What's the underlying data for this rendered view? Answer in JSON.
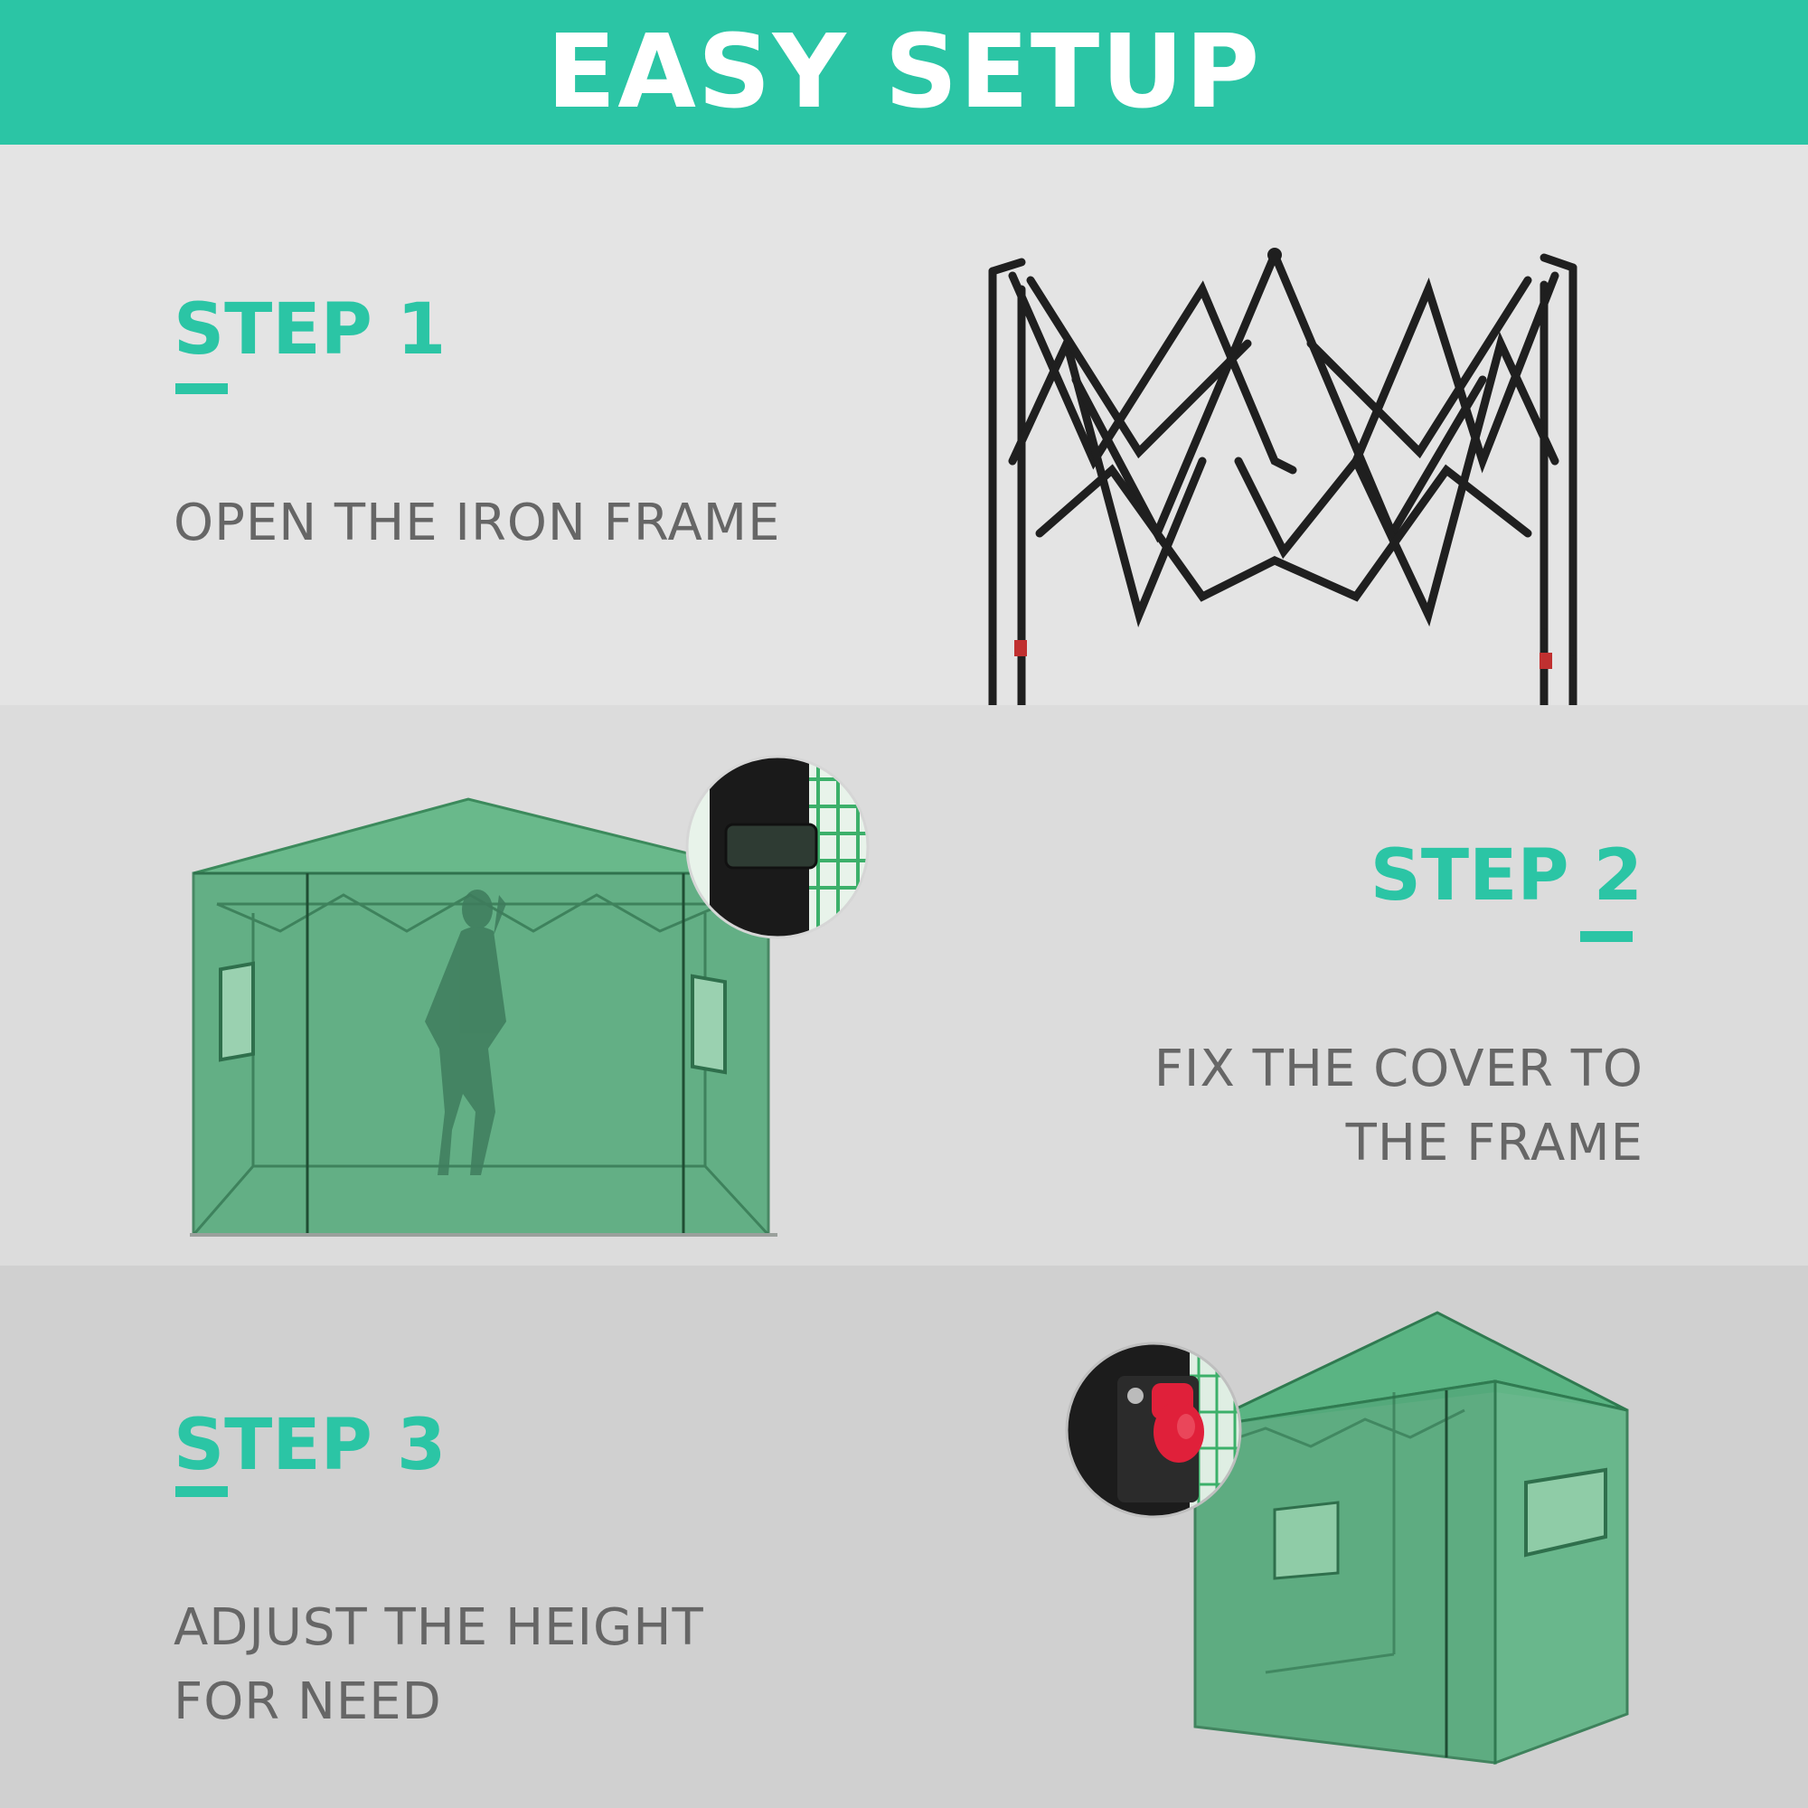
{
  "header": {
    "title": "EASY SETUP"
  },
  "steps": [
    {
      "title": "STEP 1",
      "lines": [
        "OPEN THE IRON FRAME"
      ]
    },
    {
      "title": "STEP 2",
      "lines": [
        "FIX THE COVER TO",
        "THE FRAME"
      ]
    },
    {
      "title": "STEP 3",
      "lines": [
        "ADJUST THE HEIGHT",
        "FOR NEED"
      ]
    }
  ],
  "colors": {
    "accent": "#2bc5a5",
    "text": "#666666",
    "cover_green": "#3fa56e",
    "frame": "#1f1f1f",
    "knob_red": "#e0203a"
  },
  "icons": [
    "iron-frame-illustration",
    "greenhouse-cover-illustration",
    "velcro-strap-detail-icon",
    "greenhouse-tent-illustration",
    "height-adjust-button-detail-icon"
  ]
}
